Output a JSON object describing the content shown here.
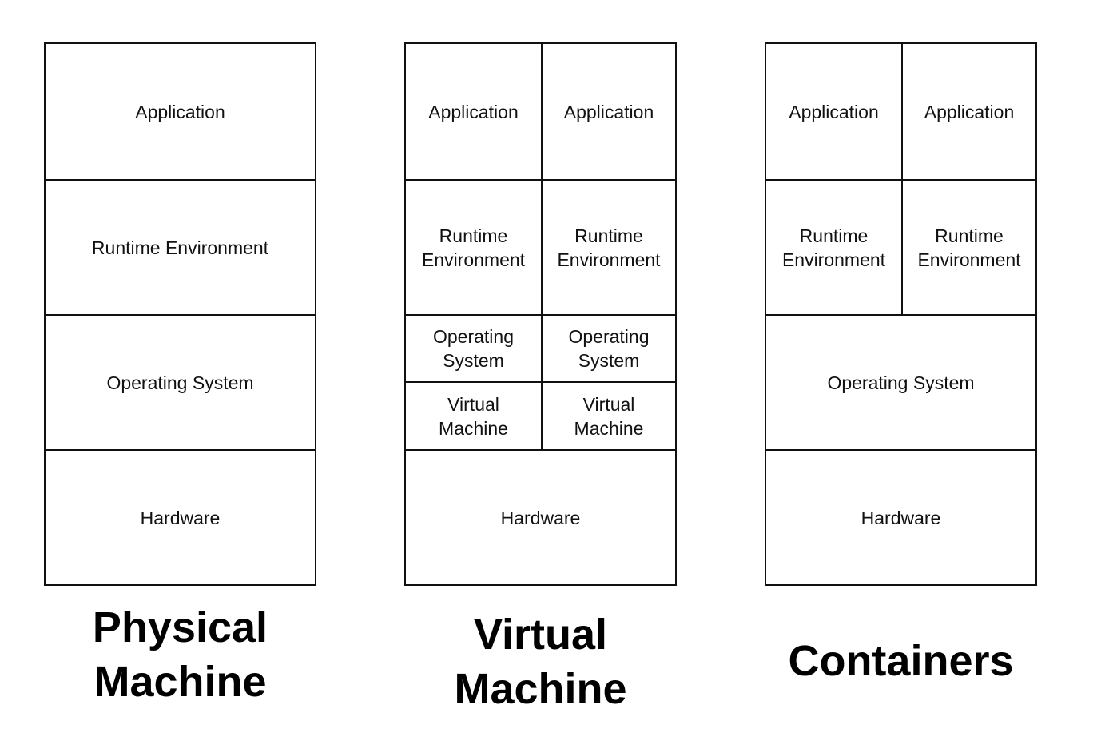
{
  "physical_machine": {
    "title": "Physical\nMachine",
    "layers": {
      "application": "Application",
      "runtime": "Runtime Environment",
      "os": "Operating System",
      "hardware": "Hardware"
    }
  },
  "virtual_machine": {
    "title": "Virtual\nMachine",
    "left": {
      "application": "Application",
      "runtime": "Runtime\nEnvironment",
      "os": "Operating\nSystem",
      "vm": "Virtual\nMachine"
    },
    "right": {
      "application": "Application",
      "runtime": "Runtime\nEnvironment",
      "os": "Operating\nSystem",
      "vm": "Virtual\nMachine"
    },
    "hardware": "Hardware"
  },
  "containers": {
    "title": "Containers",
    "left": {
      "application": "Application",
      "runtime": "Runtime\nEnvironment"
    },
    "right": {
      "application": "Application",
      "runtime": "Runtime\nEnvironment"
    },
    "os": "Operating System",
    "hardware": "Hardware"
  }
}
